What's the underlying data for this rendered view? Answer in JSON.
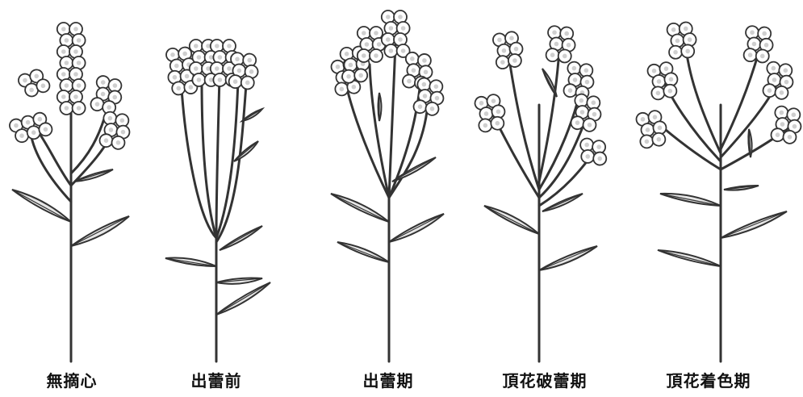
{
  "figure": {
    "stages": [
      {
        "id": "no-pinch",
        "label": "無摘心"
      },
      {
        "id": "before-budding",
        "label": "出蕾前"
      },
      {
        "id": "budding",
        "label": "出蕾期"
      },
      {
        "id": "terminal-bud-break",
        "label": "頂花破蕾期"
      },
      {
        "id": "terminal-coloring",
        "label": "頂花着色期"
      }
    ]
  }
}
